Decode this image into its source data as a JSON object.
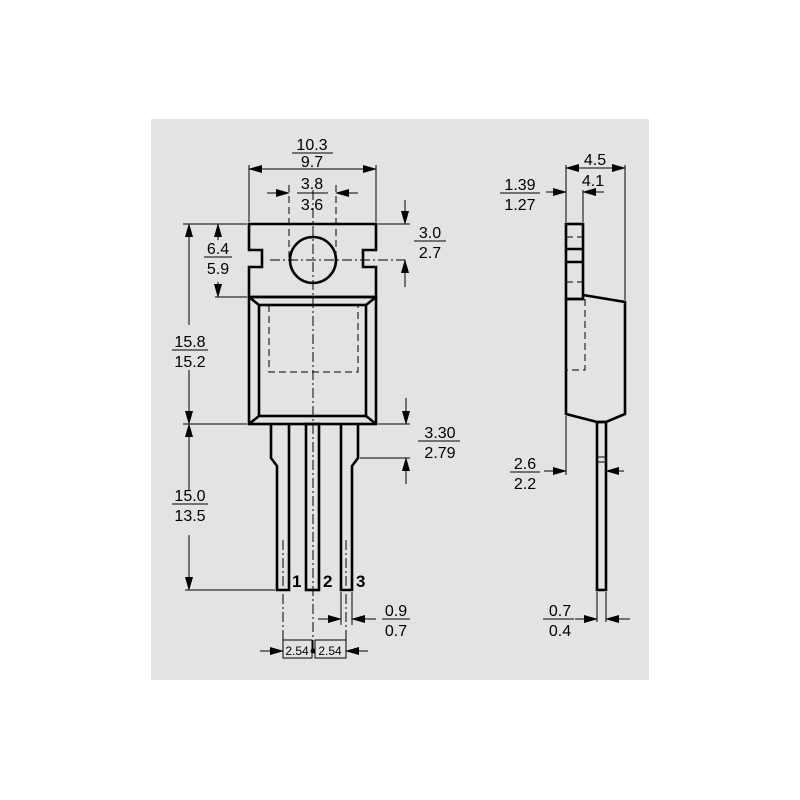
{
  "diagram": {
    "title": "",
    "package_type": "TO-220 outline (front and side view)",
    "background_color": "#e3e3e3",
    "line_color": "#000000",
    "front_view": {
      "width": {
        "max": "10.3",
        "min": "9.7"
      },
      "hole_diameter": {
        "max": "3.8",
        "min": "3.6"
      },
      "hole_offset_from_top": {
        "max": "3.0",
        "min": "2.7"
      },
      "tab_height": {
        "max": "6.4",
        "min": "5.9"
      },
      "body_height": {
        "max": "15.8",
        "min": "15.2"
      },
      "lead_shoulder": {
        "max": "3.30",
        "min": "2.79"
      },
      "lead_length": {
        "max": "15.0",
        "min": "13.5"
      },
      "lead_width": {
        "max": "0.9",
        "min": "0.7"
      },
      "pitch_1": "2.54",
      "pitch_2": "2.54",
      "pins": [
        "1",
        "2",
        "3"
      ]
    },
    "side_view": {
      "body_thickness": {
        "max": "4.5",
        "min": "4.1"
      },
      "tab_thickness": {
        "max": "1.39",
        "min": "1.27"
      },
      "lead_offset": {
        "max": "2.6",
        "min": "2.2"
      },
      "lead_thickness": {
        "max": "0.7",
        "min": "0.4"
      }
    }
  }
}
